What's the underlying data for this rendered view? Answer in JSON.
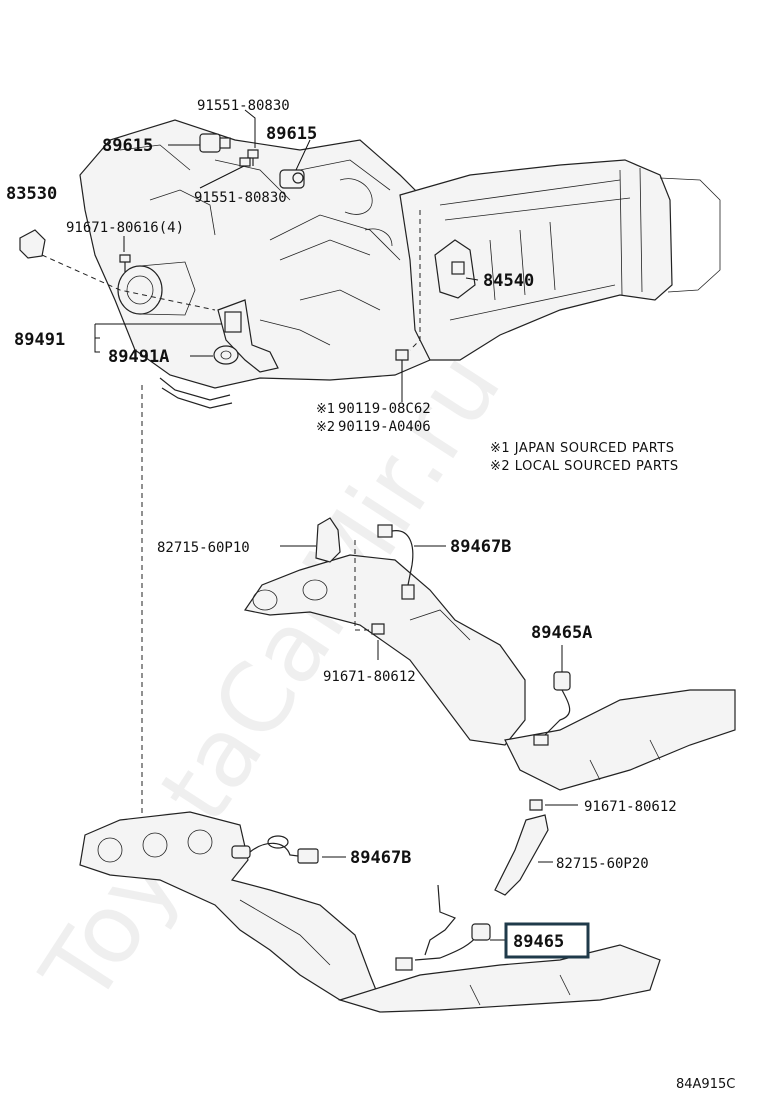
{
  "parts": {
    "p91551_top": "91551-80830",
    "p89615_left": "89615",
    "p89615_right": "89615",
    "p91551_bottom": "91551-80830",
    "p83530": "83530",
    "p91671_80616": "91671-80616(4)",
    "p84540": "84540",
    "p89491": "89491",
    "p89491A": "89491A",
    "p90119_08C62": "90119-08C62",
    "p90119_A0406": "90119-A0406",
    "p82715_60P10": "82715-60P10",
    "p89467B_upper": "89467B",
    "p89465A": "89465A",
    "p91671_80612_upper": "91671-80612",
    "p91671_80612_lower": "91671-80612",
    "p89467B_lower": "89467B",
    "p82715_60P20": "82715-60P20",
    "p89465": "89465"
  },
  "marks": {
    "m1": "※1",
    "m2": "※2"
  },
  "notes": {
    "note1": "※1 JAPAN SOURCED PARTS",
    "note2": "※2 LOCAL SOURCED PARTS"
  },
  "highlight_color": "#1f3a4a",
  "watermark": "ToyotaCarMir.ru",
  "diagram_code": "84A915C"
}
